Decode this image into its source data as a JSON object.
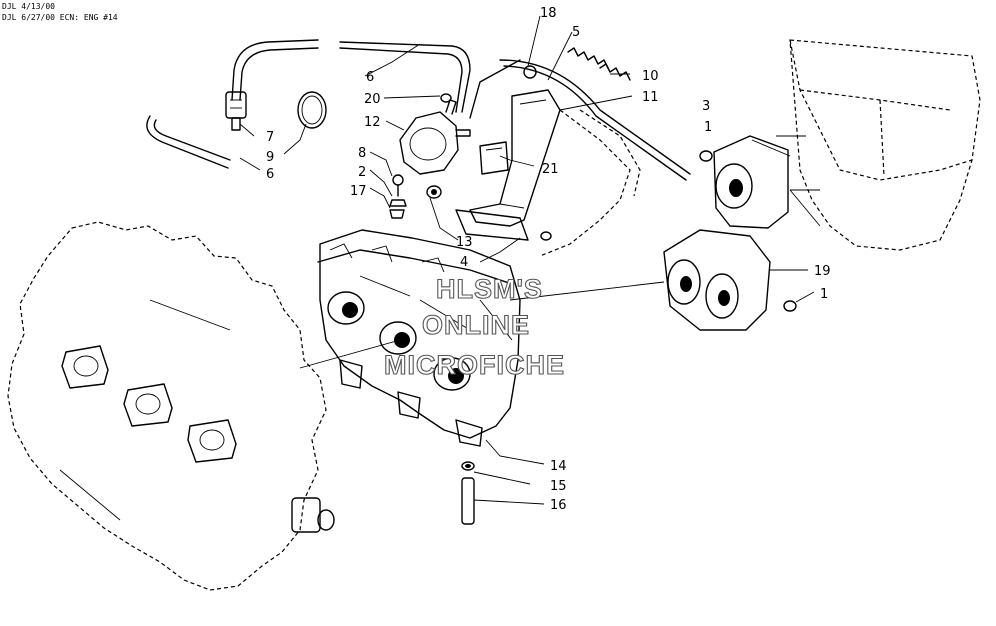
{
  "header": {
    "line1": "DJL 4/13/00",
    "line2": "DJL 6/27/00 ECN: ENG #14"
  },
  "watermark": {
    "line1": "HLSM'S",
    "line2": "ONLINE",
    "line3": "MICROFICHE"
  },
  "callouts": {
    "c18": "18",
    "c5": "5",
    "c6a": "6",
    "c10": "10",
    "c20": "20",
    "c11": "11",
    "c12": "12",
    "c3": "3",
    "c1a": "1",
    "c7": "7",
    "c9": "9",
    "c6b": "6",
    "c8": "8",
    "c2": "2",
    "c21": "21",
    "c17": "17",
    "c13": "13",
    "c4": "4",
    "c19": "19",
    "c1b": "1",
    "c14": "14",
    "c15": "15",
    "c16": "16"
  }
}
